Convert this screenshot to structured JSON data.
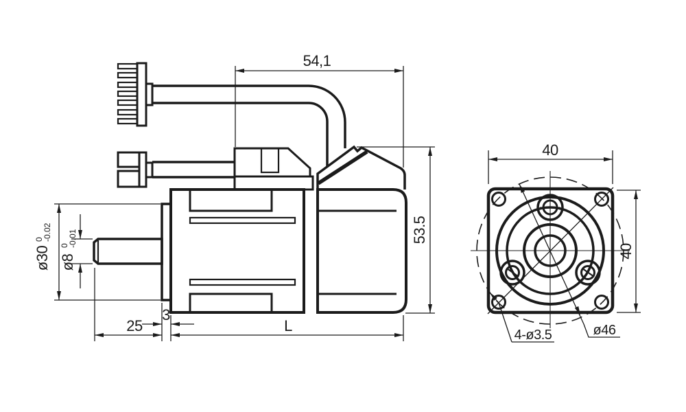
{
  "colors": {
    "ink": "#1b1b1b",
    "paper": "#ffffff"
  },
  "side_view": {
    "cable_span": "54,1",
    "total_height": "53.5",
    "pilot_diameter": {
      "value": "ø30",
      "tol_upper": "0",
      "tol_lower": "-0.02"
    },
    "shaft_diameter": {
      "value": "ø8",
      "tol_upper": "0",
      "tol_lower": "-0.01"
    },
    "shaft_length": "25",
    "pilot_thickness": "3",
    "body_length": "L"
  },
  "front_view": {
    "flange_width": "40",
    "flange_height": "40",
    "mounting_holes": "4-ø3.5",
    "bolt_circle": "ø46"
  }
}
